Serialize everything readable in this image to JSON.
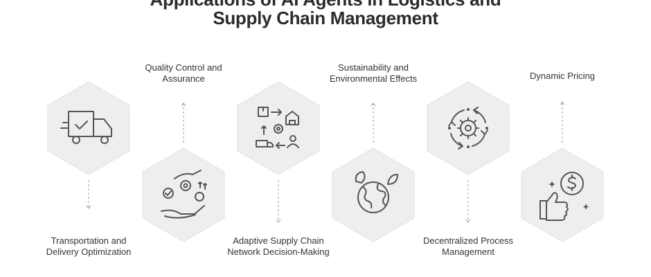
{
  "title_line1": "Applications of AI Agents in Logistics and",
  "title_line2": "Supply Chain Management",
  "items": [
    {
      "label": "Transportation and\nDelivery Optimization",
      "icon": "truck-icon"
    },
    {
      "label": "Quality Control and\nAssurance",
      "icon": "hand-gears-icon"
    },
    {
      "label": "Adaptive Supply Chain\nNetwork Decision-Making",
      "icon": "supply-network-icon"
    },
    {
      "label": "Sustainability and\nEnvironmental Effects",
      "icon": "globe-leaf-icon"
    },
    {
      "label": "Decentralized Process\nManagement",
      "icon": "gear-cycle-icon"
    },
    {
      "label": "Dynamic Pricing",
      "icon": "thumbs-up-dollar-icon"
    }
  ],
  "colors": {
    "hex_fill": "#eeeeee",
    "text": "#333333",
    "icon": "#555555",
    "connector": "#9a9a9a"
  }
}
